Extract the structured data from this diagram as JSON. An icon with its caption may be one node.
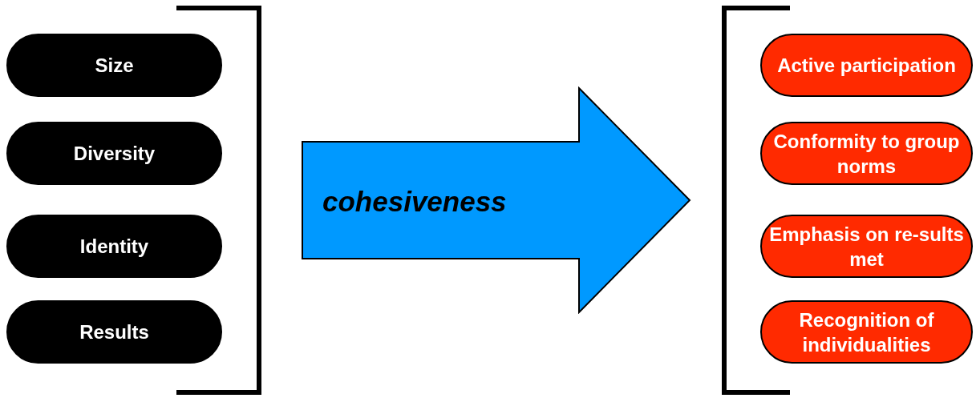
{
  "diagram": {
    "nodes": [
      {
        "text": [
          "Size"
        ]
      },
      {
        "text": [
          "Diversity"
        ]
      },
      {
        "text": [
          "Identity"
        ]
      },
      {
        "text": [
          "Results"
        ]
      },
      {
        "text": [
          "cohesiveness"
        ]
      },
      {
        "text": [
          "Active participation"
        ]
      },
      {
        "text": [
          "Conformity to group norms"
        ]
      },
      {
        "text": [
          "Emphasis on re-sults met"
        ]
      },
      {
        "text": [
          "Recognition of individualities"
        ]
      }
    ]
  }
}
